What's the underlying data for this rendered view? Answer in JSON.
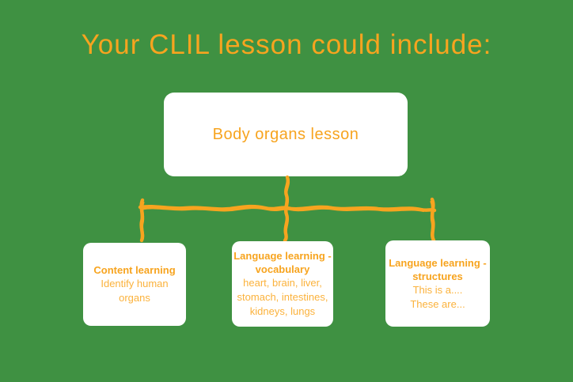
{
  "colors": {
    "background": "#3F9142",
    "accent_orange": "#F7A41F",
    "text_orange_light": "#FBB23C",
    "box_background": "#FFFFFF"
  },
  "slide": {
    "title": "Your CLIL lesson could include:"
  },
  "diagram": {
    "root": {
      "label": "Body organs lesson"
    },
    "children": [
      {
        "heading_lines": [
          "Content learning"
        ],
        "body_lines": [
          "Identify human",
          "organs"
        ]
      },
      {
        "heading_lines": [
          "Language learning -",
          "vocabulary"
        ],
        "body_lines": [
          "heart, brain, liver,",
          "stomach, intestines,",
          "kidneys, lungs"
        ]
      },
      {
        "heading_lines": [
          "Language learning -",
          "structures"
        ],
        "body_lines": [
          "This is a....",
          "These are..."
        ]
      }
    ]
  }
}
